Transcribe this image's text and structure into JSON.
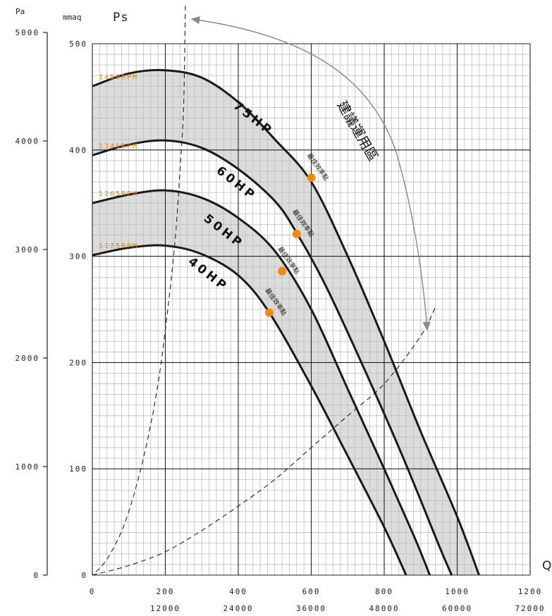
{
  "chart_data": {
    "type": "line",
    "axes": {
      "y_left_unit": "Pa",
      "y_right_unit": "mmaq",
      "y_title": "Ps",
      "x_title": "Q",
      "pa_ticks": [
        "5000",
        "4000",
        "3000",
        "2000",
        "1000",
        "0"
      ],
      "mmaq_ticks": [
        "500",
        "400",
        "300",
        "200",
        "100",
        "0"
      ],
      "x_ticks_1": [
        "0",
        "200",
        "400",
        "600",
        "800",
        "1000",
        "1200"
      ],
      "x_ticks_2": [
        "12000",
        "24000",
        "36000",
        "48000",
        "60000",
        "72000"
      ],
      "x_range": [
        0,
        1200
      ],
      "y_range": [
        0,
        500
      ],
      "grid": true
    },
    "series": [
      {
        "key": "hp75",
        "name": "75HP",
        "rpm": "1450RPM",
        "points": [
          [
            0,
            460
          ],
          [
            100,
            472
          ],
          [
            200,
            475
          ],
          [
            300,
            468
          ],
          [
            400,
            445
          ],
          [
            500,
            410
          ],
          [
            600,
            370
          ],
          [
            700,
            300
          ],
          [
            800,
            220
          ],
          [
            900,
            135
          ],
          [
            1000,
            55
          ],
          [
            1060,
            0
          ]
        ],
        "best": [
          600,
          374
        ]
      },
      {
        "key": "hp60",
        "name": "60HP",
        "rpm": "1345RPM",
        "points": [
          [
            0,
            395
          ],
          [
            100,
            405
          ],
          [
            200,
            409
          ],
          [
            300,
            402
          ],
          [
            400,
            382
          ],
          [
            500,
            352
          ],
          [
            560,
            322
          ],
          [
            640,
            272
          ],
          [
            740,
            198
          ],
          [
            850,
            112
          ],
          [
            950,
            28
          ],
          [
            985,
            0
          ]
        ],
        "best": [
          560,
          321
        ]
      },
      {
        "key": "hp50",
        "name": "50HP",
        "rpm": "1265RPM",
        "points": [
          [
            0,
            350
          ],
          [
            100,
            358
          ],
          [
            200,
            362
          ],
          [
            300,
            355
          ],
          [
            400,
            336
          ],
          [
            500,
            305
          ],
          [
            600,
            250
          ],
          [
            700,
            175
          ],
          [
            800,
            100
          ],
          [
            880,
            38
          ],
          [
            925,
            0
          ]
        ],
        "best": [
          520,
          286
        ]
      },
      {
        "key": "hp40",
        "name": "40HP",
        "rpm": "1175RPM",
        "points": [
          [
            0,
            301
          ],
          [
            100,
            308
          ],
          [
            200,
            310
          ],
          [
            300,
            302
          ],
          [
            400,
            282
          ],
          [
            485,
            247
          ],
          [
            600,
            178
          ],
          [
            700,
            112
          ],
          [
            800,
            45
          ],
          [
            860,
            0
          ]
        ],
        "best": [
          485,
          247
        ]
      }
    ],
    "best_point_label": "最佳效率點",
    "recommended_zone_label": "建議運用區",
    "dashed_lines": {
      "vertical": [
        [
          255,
          500
        ],
        [
          250,
          440
        ],
        [
          240,
          380
        ],
        [
          228,
          320
        ],
        [
          210,
          260
        ],
        [
          180,
          180
        ],
        [
          140,
          110
        ],
        [
          90,
          50
        ],
        [
          40,
          15
        ],
        [
          0,
          0
        ]
      ],
      "system_curve": [
        [
          0,
          0
        ],
        [
          100,
          9
        ],
        [
          200,
          22
        ],
        [
          300,
          42
        ],
        [
          400,
          65
        ],
        [
          500,
          90
        ],
        [
          600,
          120
        ],
        [
          700,
          150
        ],
        [
          800,
          180
        ],
        [
          900,
          225
        ],
        [
          940,
          252
        ]
      ]
    },
    "colors": {
      "band": "#dcdcdc",
      "curve": "#1a1a1a",
      "best_point": "#f28a12",
      "rpm_text": "#e8830a",
      "grid_major": "#222222",
      "grid_minor": "#bdbdbd",
      "arrow": "#888888"
    }
  }
}
